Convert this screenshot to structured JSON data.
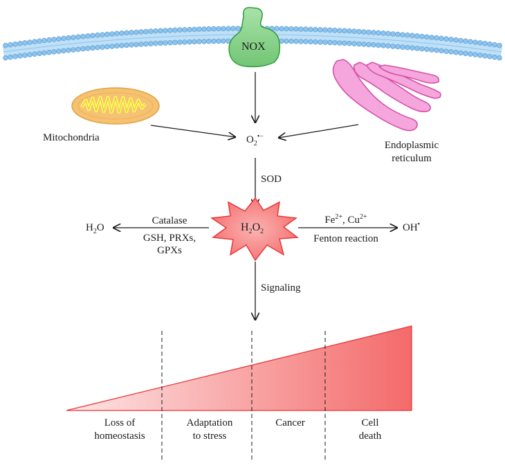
{
  "sources": {
    "nox": "NOX",
    "mitochondria": "Mitochondria",
    "er_line1": "Endoplasmic",
    "er_line2": "reticulum"
  },
  "superoxide": {
    "base": "O",
    "sub": "2",
    "sup": "•−"
  },
  "sod": "SOD",
  "h2o2": {
    "h": "H",
    "sub1": "2",
    "o": "O",
    "sub2": "2"
  },
  "left_branch": {
    "catalase": "Catalase",
    "line2": "GSH, PRXs,",
    "line3": "GPXs",
    "product_h": "H",
    "product_sub": "2",
    "product_o": "O"
  },
  "right_branch": {
    "fe": "Fe",
    "fe_sup": "2+",
    "sep": ", ",
    "cu": "Cu",
    "cu_sup": "2+",
    "fenton": "Fenton reaction",
    "product": "OH",
    "product_sup": "•"
  },
  "signaling": "Signaling",
  "outcomes": [
    {
      "line1": "Loss of",
      "line2": "homeostasis"
    },
    {
      "line1": "Adaptation",
      "line2": "to stress"
    },
    {
      "line1": "Cancer",
      "line2": ""
    },
    {
      "line1": "Cell",
      "line2": "death"
    }
  ],
  "colors": {
    "membrane_head": "#8ec3ec",
    "nox_fill": "#8cd48e",
    "mito_fill": "#f4c272",
    "er_fill": "#f29ed8",
    "burst_fill": "#f47a7a",
    "wedge_fill": "#f47474",
    "arrow": "#1a1a1a"
  }
}
